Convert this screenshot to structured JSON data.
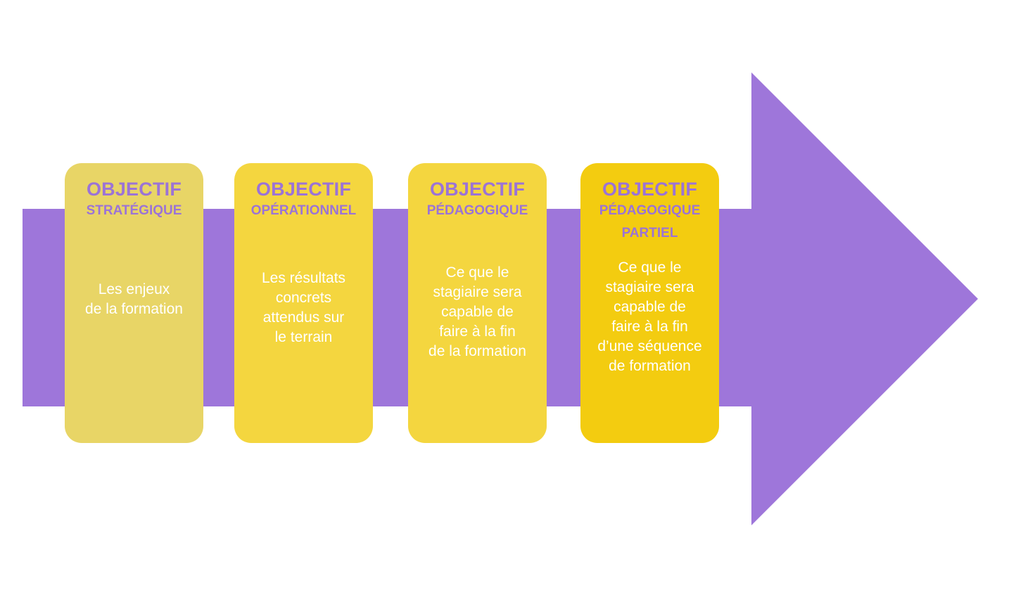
{
  "colors": {
    "arrow": "#9e76da",
    "title_text": "#9b73d6",
    "description_text": "#ffffff",
    "card_1": "#e8d566",
    "card_2": "#f4d63f",
    "card_3": "#f4d63f",
    "card_4": "#f3cc10"
  },
  "cards": [
    {
      "title": "OBJECTIF",
      "subtitle": "STRATÉGIQUE",
      "description": "Les enjeux\nde la formation"
    },
    {
      "title": "OBJECTIF",
      "subtitle": "OPÉRATIONNEL",
      "description": "Les résultats\nconcrets\nattendus sur\nle terrain"
    },
    {
      "title": "OBJECTIF",
      "subtitle": "PÉDAGOGIQUE",
      "description": "Ce que le\nstagiaire sera\ncapable de\nfaire à la fin\nde la formation"
    },
    {
      "title": "OBJECTIF",
      "subtitle": "PÉDAGOGIQUE\nPARTIEL",
      "description": "Ce que le\nstagiaire sera\ncapable de\nfaire à la fin\nd’une séquence\nde formation"
    }
  ]
}
